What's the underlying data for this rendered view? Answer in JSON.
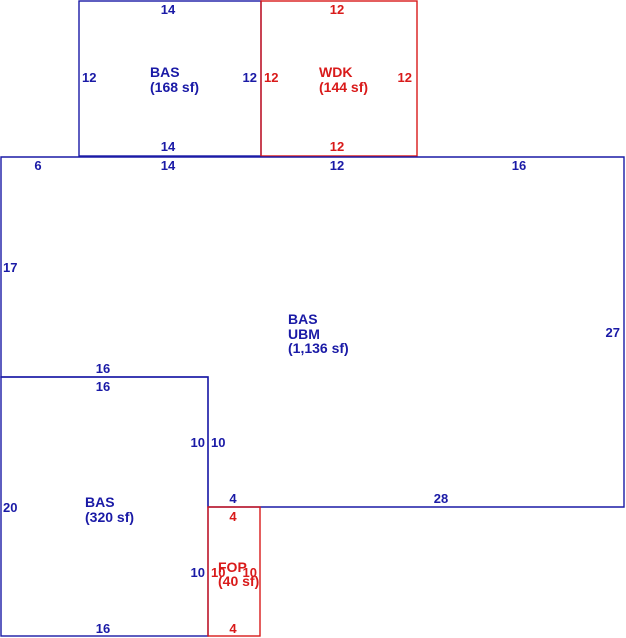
{
  "colors": {
    "living": "#1a1aa6",
    "exterior": "#d91a1a",
    "background": "#ffffff"
  },
  "areas": {
    "bas_upper": {
      "code": "BAS",
      "size": "(168 sf)"
    },
    "wdk": {
      "code": "WDK",
      "size": "(144 sf)"
    },
    "main": {
      "code": "BAS",
      "sub": "UBM",
      "size": "(1,136 sf)"
    },
    "bas_lower": {
      "code": "BAS",
      "size": "(320 sf)"
    },
    "fop": {
      "code": "FOP",
      "size": "(40 sf)"
    }
  },
  "dims": {
    "bas_upper_top": "14",
    "bas_upper_left": "12",
    "bas_upper_right": "12",
    "bas_upper_bottom": "14",
    "wdk_top": "12",
    "wdk_left": "12",
    "wdk_right": "12",
    "wdk_bottom": "12",
    "main_top_left": "6",
    "main_top_mid1": "14",
    "main_top_mid2": "12",
    "main_top_right": "16",
    "main_left": "17",
    "main_right": "27",
    "main_bottom_step": "16",
    "main_inner_vert": "10",
    "main_bottom_small": "4",
    "main_bottom_long": "28",
    "lower_top": "16",
    "lower_left": "20",
    "lower_right": "10",
    "lower_right2": "10",
    "lower_bottom": "16",
    "fop_top": "4",
    "fop_left": "10",
    "fop_right": "10",
    "fop_bottom": "4"
  }
}
